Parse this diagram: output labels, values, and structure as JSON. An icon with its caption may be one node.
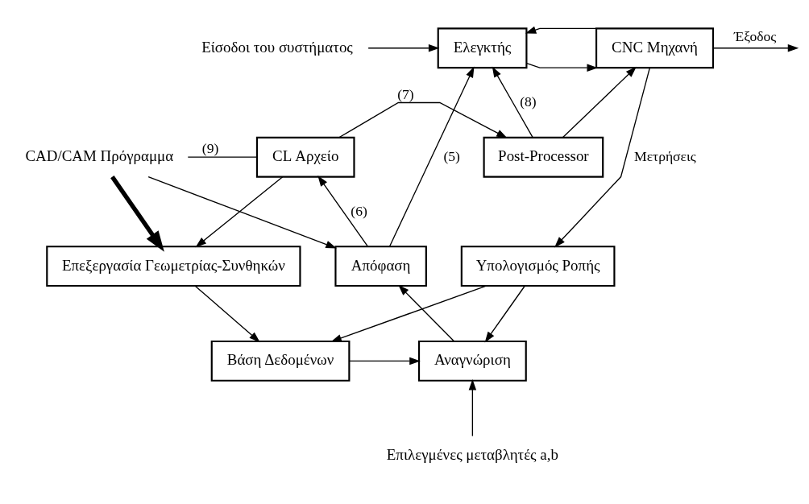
{
  "diagram": {
    "nodes": [
      {
        "text": [
          "Είσοδοι του συστήματος"
        ]
      },
      {
        "text": [
          "Ελεγκτής"
        ]
      },
      {
        "text": [
          "CNC Μηχανή"
        ]
      },
      {
        "text": [
          "CAD/CAM Πρόγραμμα"
        ]
      },
      {
        "text": [
          "CL Αρχείο"
        ]
      },
      {
        "text": [
          "Post-Processor"
        ]
      },
      {
        "text": [
          "Επεξεργασία Γεωμετρίας-Συνθηκών"
        ]
      },
      {
        "text": [
          "Απόφαση"
        ]
      },
      {
        "text": [
          "Υπολογισμός Ροπής"
        ]
      },
      {
        "text": [
          "Βάση Δεδομένων"
        ]
      },
      {
        "text": [
          "Αναγνώριση"
        ]
      },
      {
        "text": [
          "Επιλεγμένες μεταβλητές a,b"
        ]
      }
    ],
    "edges": [
      {
        "from": 0,
        "to": 1,
        "arrow": "to"
      },
      {
        "from": 1,
        "to": 2,
        "arrow": "to"
      },
      {
        "from": 2,
        "to": null,
        "arrow": "to",
        "label": "Έξοδος"
      },
      {
        "from": 2,
        "to": 1,
        "arrow": "to"
      },
      {
        "from": 5,
        "to": 1,
        "arrow": "to",
        "label": "(8)"
      },
      {
        "from": 5,
        "to": 2,
        "arrow": "to"
      },
      {
        "from": 3,
        "to": 4,
        "arrow": "none",
        "label": "(9)"
      },
      {
        "from": 3,
        "to": 6,
        "arrow": "to",
        "style": "thick"
      },
      {
        "from": 3,
        "to": 7,
        "arrow": "to"
      },
      {
        "from": 4,
        "to": 5,
        "arrow": "to",
        "label": "(7)"
      },
      {
        "from": 4,
        "to": 6,
        "arrow": "to"
      },
      {
        "from": 7,
        "to": 4,
        "arrow": "to",
        "label": "(6)"
      },
      {
        "from": 7,
        "to": 1,
        "arrow": "to",
        "label": "(5)"
      },
      {
        "from": 6,
        "to": 9,
        "arrow": "to"
      },
      {
        "from": 9,
        "to": 10,
        "arrow": "to"
      },
      {
        "from": 10,
        "to": 7,
        "arrow": "to"
      },
      {
        "from": 2,
        "to": 8,
        "arrow": "to",
        "label": "Μετρήσεις"
      },
      {
        "from": 8,
        "to": 10,
        "arrow": "to"
      },
      {
        "from": 8,
        "to": 9,
        "arrow": "to"
      },
      {
        "from": 11,
        "to": 10,
        "arrow": "to"
      }
    ]
  }
}
